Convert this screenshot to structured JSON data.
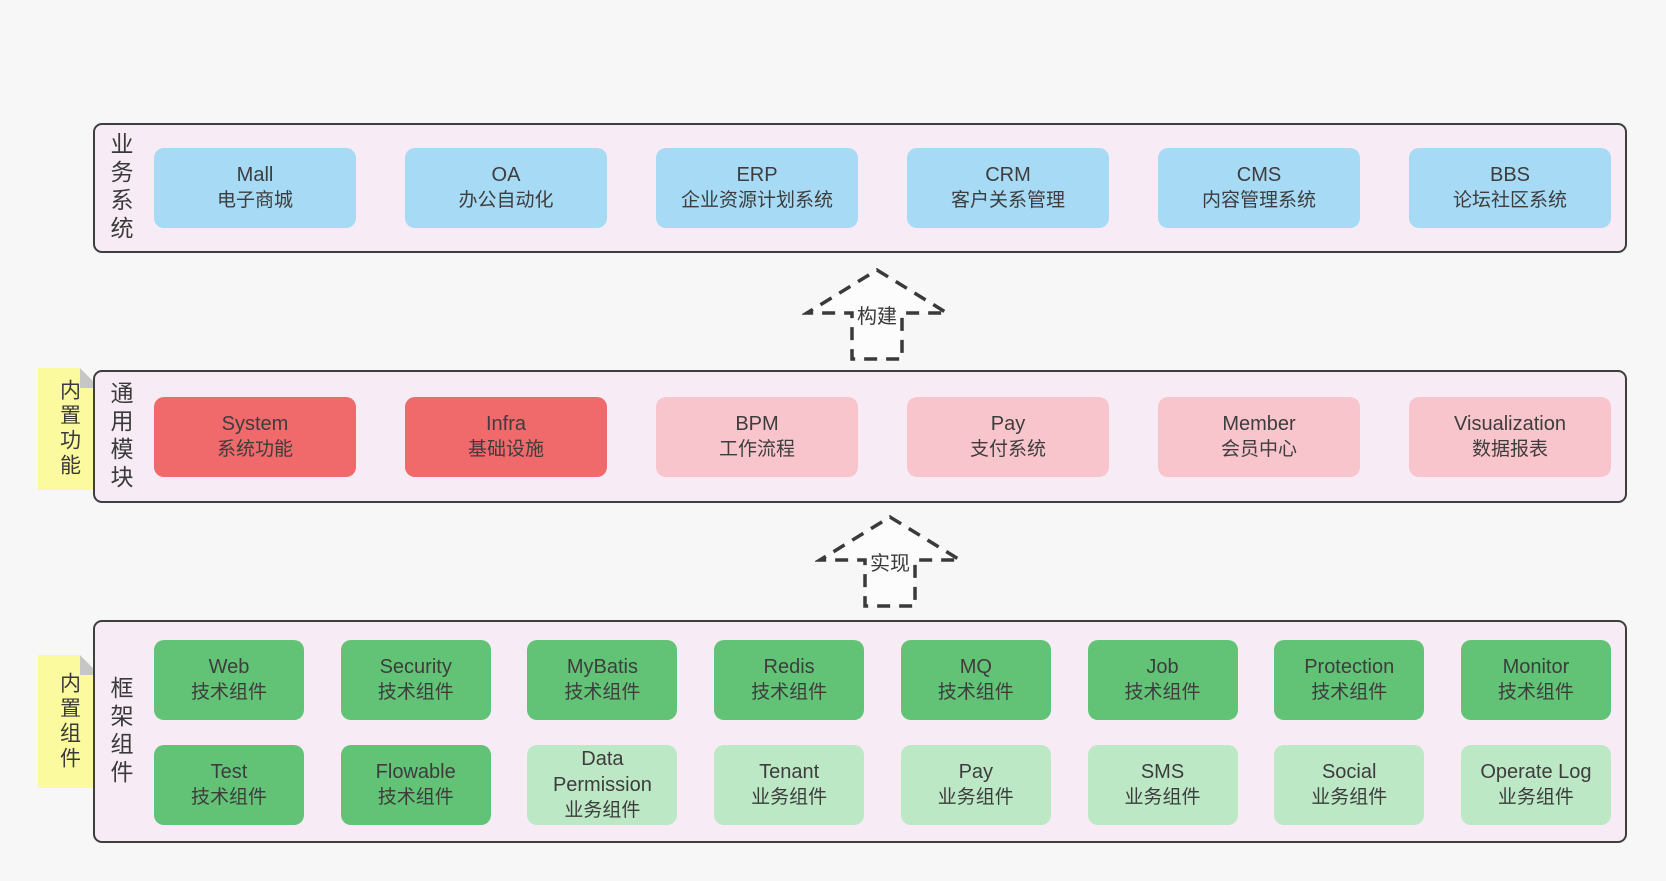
{
  "palette": {
    "page_bg": "#f7f7f7",
    "container_bg": "#f7ecf5",
    "container_border": "#3f3f3f",
    "blue": "#a7daf5",
    "red": "#f0696b",
    "pink": "#f9c5cc",
    "green": "#62c377",
    "light_green": "#bce8c6",
    "sticky_yellow": "#fbfa9e"
  },
  "arrows": [
    {
      "label": "构建"
    },
    {
      "label": "实现"
    }
  ],
  "layers": {
    "business": {
      "label": "业务系统",
      "boxes": [
        {
          "name": "Mall",
          "sub": "电子商城"
        },
        {
          "name": "OA",
          "sub": "办公自动化"
        },
        {
          "name": "ERP",
          "sub": "企业资源计划系统"
        },
        {
          "name": "CRM",
          "sub": "客户关系管理"
        },
        {
          "name": "CMS",
          "sub": "内容管理系统"
        },
        {
          "name": "BBS",
          "sub": "论坛社区系统"
        }
      ]
    },
    "modules": {
      "label": "通用模块",
      "sticky": "内置功能",
      "boxes": [
        {
          "name": "System",
          "sub": "系统功能"
        },
        {
          "name": "Infra",
          "sub": "基础设施"
        },
        {
          "name": "BPM",
          "sub": "工作流程"
        },
        {
          "name": "Pay",
          "sub": "支付系统"
        },
        {
          "name": "Member",
          "sub": "会员中心"
        },
        {
          "name": "Visualization",
          "sub": "数据报表"
        }
      ]
    },
    "components": {
      "label": "框架组件",
      "sticky": "内置组件",
      "row1": [
        {
          "name": "Web",
          "sub": "技术组件"
        },
        {
          "name": "Security",
          "sub": "技术组件"
        },
        {
          "name": "MyBatis",
          "sub": "技术组件"
        },
        {
          "name": "Redis",
          "sub": "技术组件"
        },
        {
          "name": "MQ",
          "sub": "技术组件"
        },
        {
          "name": "Job",
          "sub": "技术组件"
        },
        {
          "name": "Protection",
          "sub": "技术组件"
        },
        {
          "name": "Monitor",
          "sub": "技术组件"
        }
      ],
      "row2": [
        {
          "name": "Test",
          "sub": "技术组件"
        },
        {
          "name": "Flowable",
          "sub": "技术组件"
        },
        {
          "name": "Data Permission",
          "sub": "业务组件"
        },
        {
          "name": "Tenant",
          "sub": "业务组件"
        },
        {
          "name": "Pay",
          "sub": "业务组件"
        },
        {
          "name": "SMS",
          "sub": "业务组件"
        },
        {
          "name": "Social",
          "sub": "业务组件"
        },
        {
          "name": "Operate Log",
          "sub": "业务组件"
        }
      ]
    }
  }
}
